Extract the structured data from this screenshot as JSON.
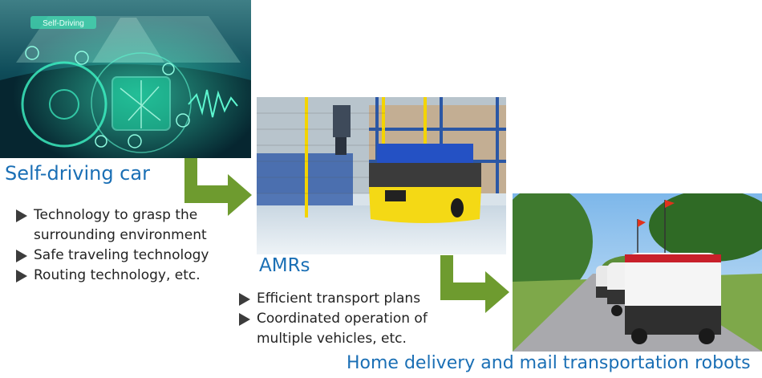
{
  "sections": {
    "car": {
      "title": "Self-driving car",
      "hud_text": "Self-Driving",
      "bullets": [
        {
          "line1": "Technology to grasp the",
          "line2": "surrounding environment"
        },
        {
          "line1": "Safe traveling technology",
          "line2": ""
        },
        {
          "line1": "Routing technology, etc.",
          "line2": ""
        }
      ]
    },
    "amr": {
      "title": "AMRs",
      "bullets": [
        {
          "line1": "Efficient transport plans",
          "line2": ""
        },
        {
          "line1": "Coordinated operation of",
          "line2": "multiple vehicles, etc."
        }
      ]
    },
    "robot": {
      "title": "Home delivery and mail transportation robots"
    }
  },
  "colors": {
    "title_blue": "#1a6fb5",
    "arrow_green": "#6e9b2f",
    "bullet_marker": "#3c3c3c"
  },
  "icons": {
    "bullet": "right-triangle-icon",
    "flow": "bent-arrow-icon"
  }
}
